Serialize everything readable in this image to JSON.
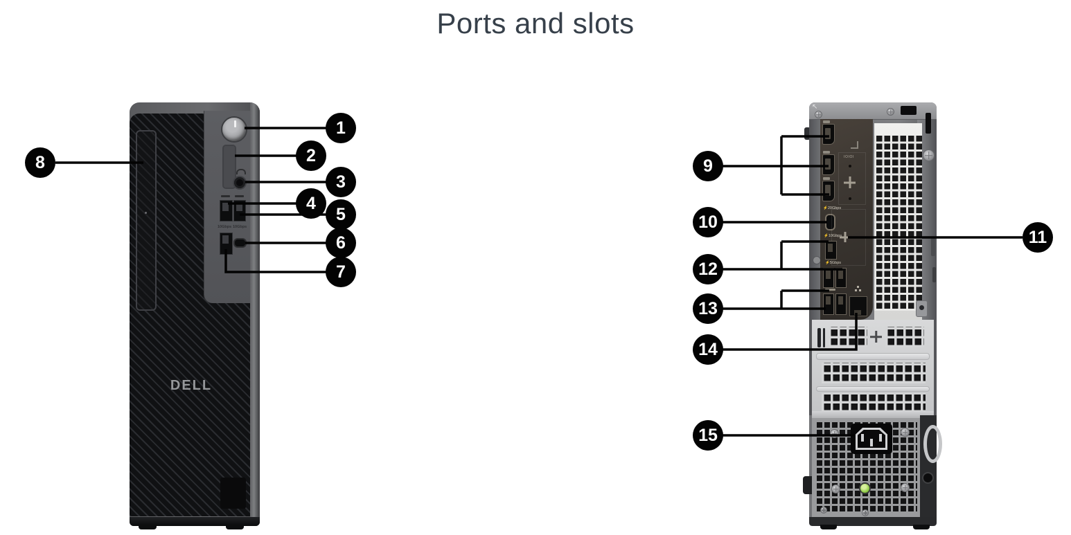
{
  "title": "Ports and slots",
  "front_view": {
    "brand_logo": "DELL",
    "usb_row2_left_label": "10Gbps",
    "usb_row2_right_label": "10Gbps"
  },
  "back_view": {
    "serial_port_marking": "IOIOI",
    "usb_c_label": "⚡20Gbps",
    "usb_10g_label": "⚡10Gbps",
    "usb_5g_label": "⚡5Gbps"
  },
  "callouts": [
    {
      "number": "1"
    },
    {
      "number": "2"
    },
    {
      "number": "3"
    },
    {
      "number": "4"
    },
    {
      "number": "5"
    },
    {
      "number": "6"
    },
    {
      "number": "7"
    },
    {
      "number": "8"
    },
    {
      "number": "9"
    },
    {
      "number": "10"
    },
    {
      "number": "11"
    },
    {
      "number": "12"
    },
    {
      "number": "13"
    },
    {
      "number": "14"
    },
    {
      "number": "15"
    }
  ]
}
